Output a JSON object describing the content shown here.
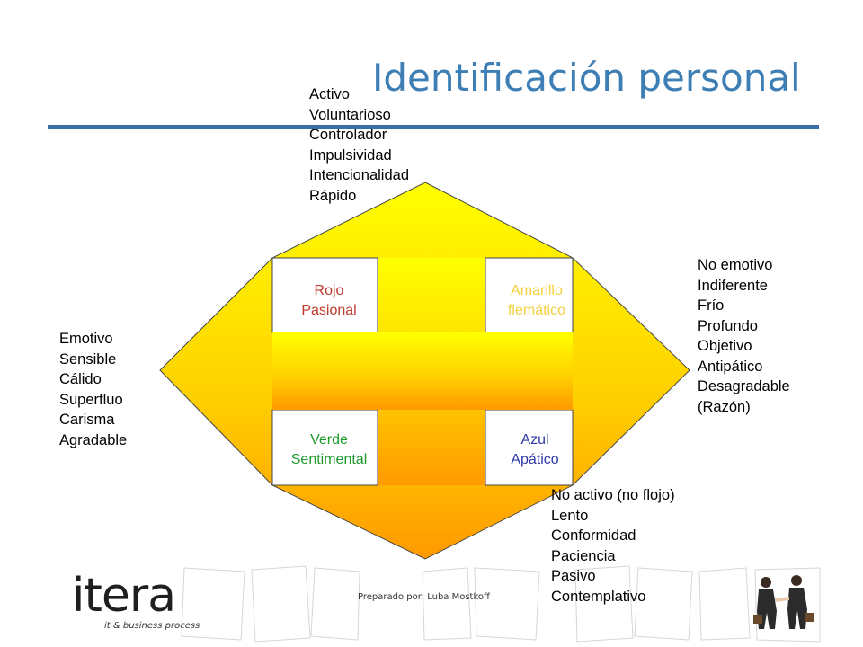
{
  "title": "Identificación personal",
  "top_list": [
    "Activo",
    "Voluntarioso",
    "Controlador",
    "Impulsividad",
    "Intencionalidad",
    "Rápido"
  ],
  "right_list": [
    "No emotivo",
    "Indiferente",
    "Frío",
    "Profundo",
    "Objetivo",
    "Antipático",
    "Desagradable",
    "(Razón)"
  ],
  "left_list": [
    "Emotivo",
    "Sensible",
    "Cálido",
    "Superfluo",
    "Carisma",
    "Agradable"
  ],
  "bottom_list": [
    "No activo (no flojo)",
    "Lento",
    "Conformidad",
    "Paciencia",
    "Pasivo",
    "Contemplativo"
  ],
  "quadrants": {
    "red": {
      "line1": "Rojo",
      "line2": "Pasional",
      "color": "#c0392b"
    },
    "yellow": {
      "line1": "Amarillo",
      "line2": "flemático",
      "color": "#f4d03f"
    },
    "green": {
      "line1": "Verde",
      "line2": "Sentimental",
      "color": "#1e9a2c"
    },
    "blue": {
      "line1": "Azul",
      "line2": "Apático",
      "color": "#2e3aa8"
    }
  },
  "footer": {
    "prepared_by": "Preparado por: Luba Mostkoff"
  },
  "logo": {
    "word": "itera",
    "tagline": "it & business process"
  },
  "colors": {
    "title": "#3d7fb5",
    "rule": "#3a6fa5",
    "arrow_top": "#ffff00",
    "arrow_bottom": "#ff9900"
  },
  "icons": {
    "logo_mark": "itera-logo",
    "decor": "business-handshake-icon"
  }
}
